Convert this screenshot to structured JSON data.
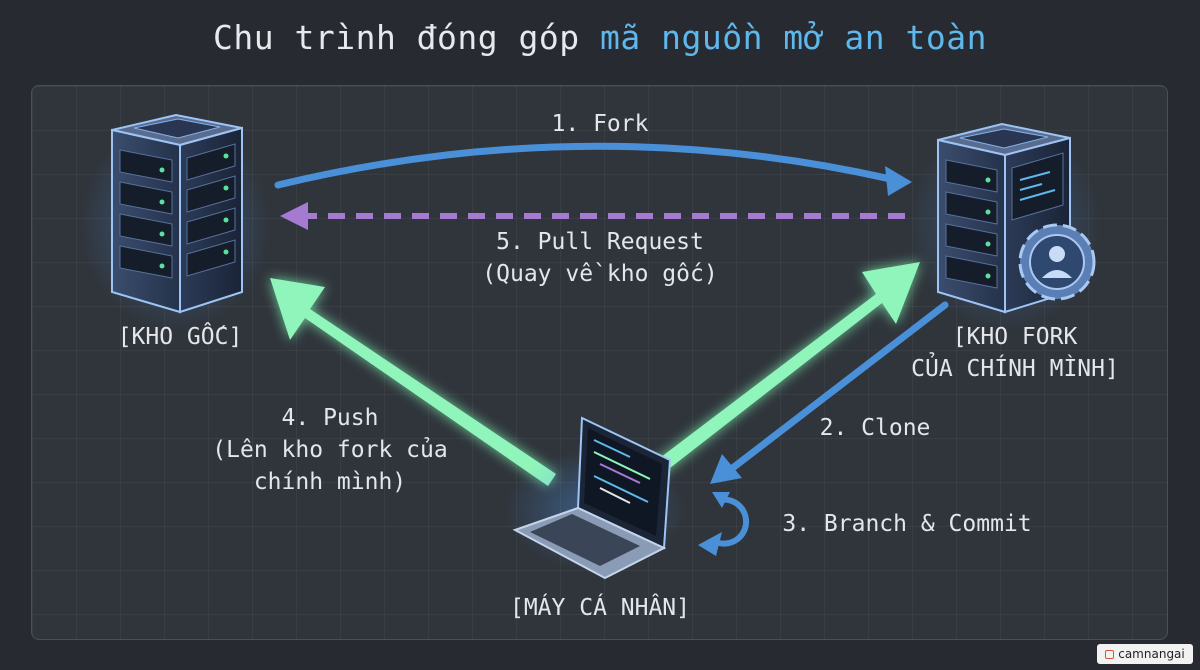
{
  "title": {
    "prefix": "Chu trình đóng góp ",
    "highlight": "mã nguồn mở an toàn"
  },
  "nodes": {
    "origin": "[KHO GỐC]",
    "fork": "[KHO FORK\nCỦA CHÍNH MÌNH]",
    "local": "[MÁY CÁ NHÂN]"
  },
  "steps": {
    "fork": "1. Fork",
    "clone": "2. Clone",
    "branch_commit": "3. Branch & Commit",
    "push": "4. Push\n(Lên kho fork của\nchính mình)",
    "pull_request": "5. Pull Request\n(Quay về kho gốc)"
  },
  "watermark": "camnangai",
  "colors": {
    "accent_blue": "#4a90d9",
    "title_highlight": "#5fb7ec",
    "push_green": "#7ff2b0",
    "pull_request_purple": "#a57bd1"
  },
  "icons": [
    "server-icon",
    "server-gear-icon",
    "laptop-icon",
    "cycle-arrow-icon"
  ]
}
